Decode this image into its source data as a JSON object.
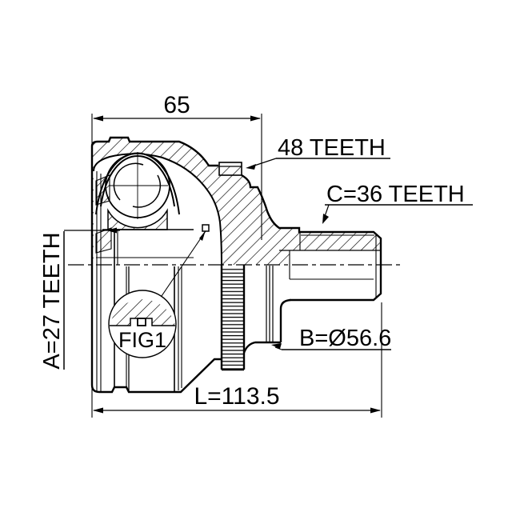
{
  "figure": {
    "background_color": "#ffffff",
    "line_color": "#000000",
    "description": "CV joint outer half-section technical drawing",
    "dimensions": {
      "top_width": "65",
      "overall_length": "L=113.5",
      "body_diameter": "B=Ø56.6"
    },
    "callouts": {
      "abs_ring": "48 TEETH",
      "outer_spline": "C=36 TEETH",
      "inner_spline": "A=27 TEETH",
      "detail": "FIG1"
    }
  }
}
